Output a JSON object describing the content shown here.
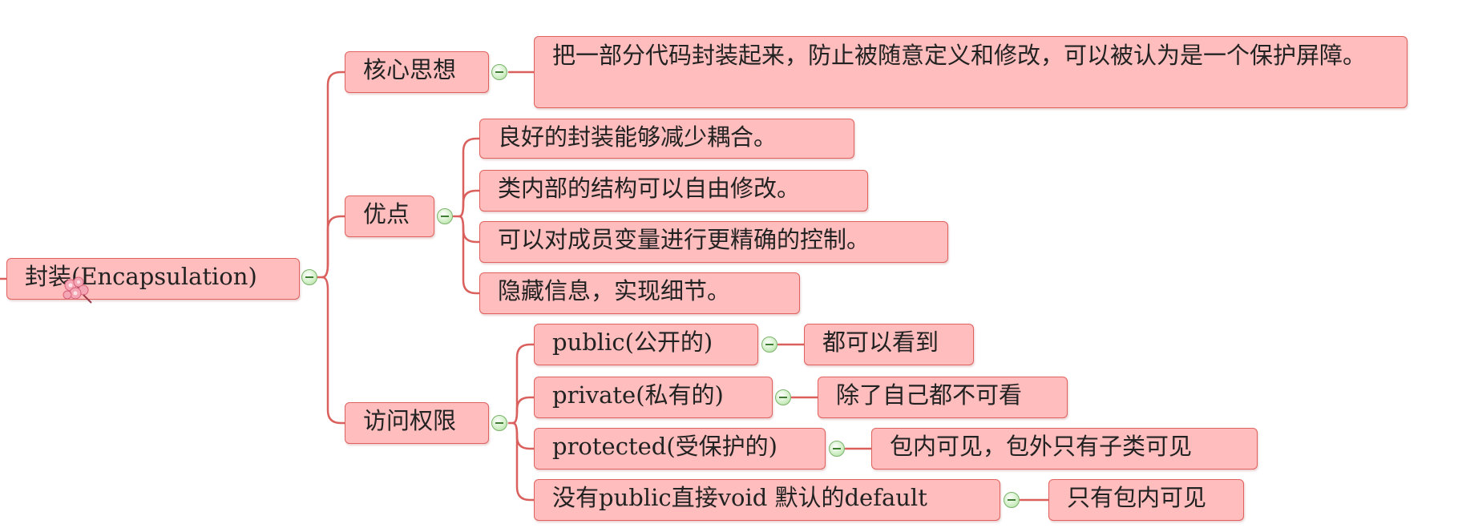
{
  "root": {
    "label": "封装(Encapsulation)"
  },
  "branches": {
    "core": {
      "label": "核心思想",
      "detail": "把一部分代码封装起来，防止被随意定义和修改，可以被认为是一个保护屏障。"
    },
    "advantages": {
      "label": "优点",
      "items": [
        "良好的封装能够减少耦合。",
        "类内部的结构可以自由修改。",
        "可以对成员变量进行更精确的控制。",
        "隐藏信息，实现细节。"
      ]
    },
    "access": {
      "label": "访问权限",
      "items": [
        {
          "label": "public(公开的)",
          "detail": "都可以看到"
        },
        {
          "label": "private(私有的)",
          "detail": "除了自己都不可看"
        },
        {
          "label": "protected(受保护的)",
          "detail": "包内可见，包外只有子类可见"
        },
        {
          "label": "没有public直接void 默认的default",
          "detail": "只有包内可见"
        }
      ]
    }
  },
  "colors": {
    "node_fill": "#ffbdbd",
    "node_border": "#e0625f",
    "connector": "#d9605d",
    "collapse_icon": "#7bb36a"
  }
}
